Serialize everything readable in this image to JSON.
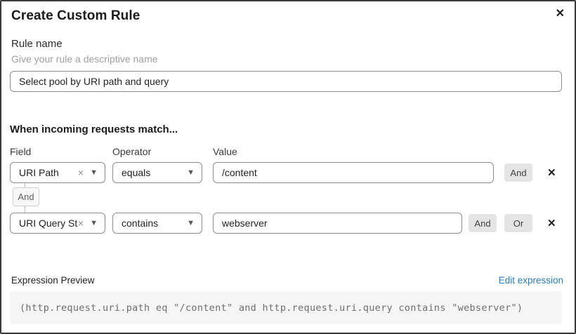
{
  "dialog": {
    "title": "Create Custom Rule"
  },
  "icons": {
    "close": "✕",
    "remove": "✕",
    "clear": "×",
    "chevron": "▼"
  },
  "rule_name": {
    "label": "Rule name",
    "helper": "Give your rule a descriptive name",
    "value": "Select pool by URI path and query"
  },
  "match": {
    "heading": "When incoming requests match...",
    "columns": {
      "field": "Field",
      "operator": "Operator",
      "value": "Value"
    },
    "rows": [
      {
        "field": "URI Path",
        "operator": "equals",
        "value": "/content",
        "buttons": [
          "And"
        ]
      },
      {
        "field": "URI Query St...",
        "operator": "contains",
        "value": "webserver",
        "buttons": [
          "And",
          "Or"
        ]
      }
    ],
    "connector": "And"
  },
  "expression": {
    "label": "Expression Preview",
    "edit_link": "Edit expression",
    "code": "(http.request.uri.path eq \"/content\" and http.request.uri.query contains \"webserver\")"
  },
  "colors": {
    "link_blue": "#2c7bb8",
    "button_gray": "#e4e4e4",
    "code_bg": "#f5f5f5",
    "border_gray": "#8d8d8d",
    "dialog_border": "#3a3a3a"
  }
}
